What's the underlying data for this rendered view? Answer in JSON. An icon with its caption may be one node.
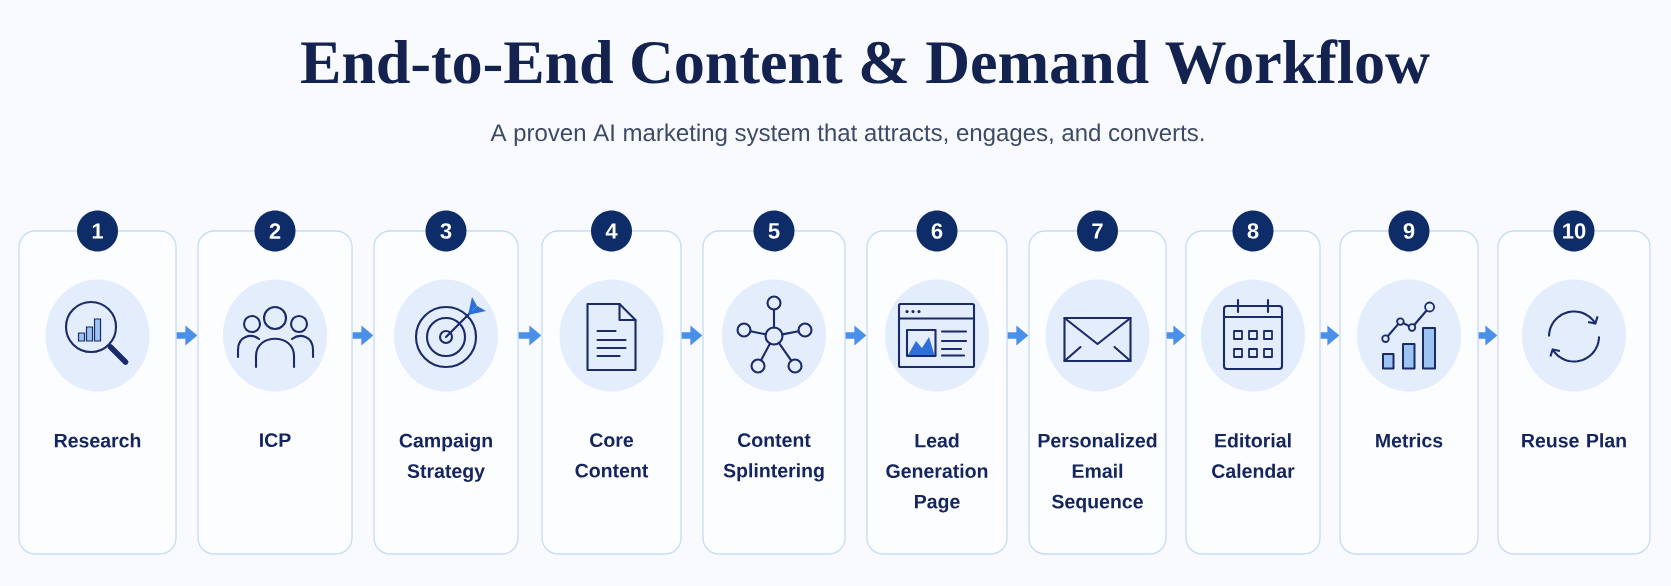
{
  "diagram": {
    "title": "End-to-End Content & Demand Workflow",
    "nodes": [
      {
        "text": [
          "1",
          "Research"
        ]
      },
      {
        "text": [
          "2",
          "ICP"
        ]
      },
      {
        "text": [
          "3",
          "Campaign Strategy"
        ]
      },
      {
        "text": [
          "4",
          "Core Content"
        ]
      },
      {
        "text": [
          "5",
          "Content Splintering"
        ]
      },
      {
        "text": [
          "6",
          "Lead Generation Page"
        ]
      },
      {
        "text": [
          "7",
          "Personalized Email Sequence"
        ]
      },
      {
        "text": [
          "8",
          "Editorial Calendar"
        ]
      },
      {
        "text": [
          "9",
          "Metrics"
        ]
      },
      {
        "text": [
          "10",
          "Reuse Plan"
        ]
      }
    ],
    "edges": [
      {
        "from": 0,
        "to": 1,
        "arrow": "to"
      },
      {
        "from": 1,
        "to": 2,
        "arrow": "to"
      },
      {
        "from": 2,
        "to": 3,
        "arrow": "to"
      },
      {
        "from": 3,
        "to": 4,
        "arrow": "to"
      },
      {
        "from": 4,
        "to": 5,
        "arrow": "to"
      },
      {
        "from": 5,
        "to": 6,
        "arrow": "to"
      },
      {
        "from": 6,
        "to": 7,
        "arrow": "to"
      },
      {
        "from": 7,
        "to": 8,
        "arrow": "to"
      },
      {
        "from": 8,
        "to": 9,
        "arrow": "to"
      }
    ],
    "labels": [
      "A proven AI marketing system that attracts, engages, and converts."
    ]
  }
}
